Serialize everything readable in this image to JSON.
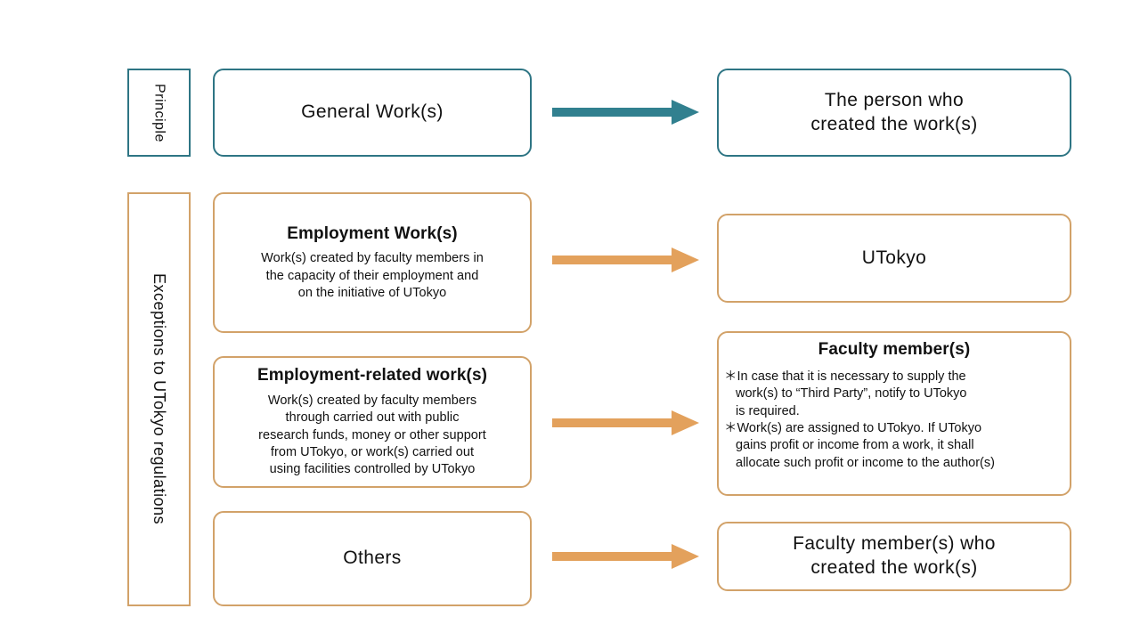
{
  "colors": {
    "teal": "#2E7584",
    "teal_arrow": "#31808F",
    "orange": "#D2A269",
    "orange_arrow": "#E3A15C",
    "text": "#111111",
    "background": "#FFFFFF"
  },
  "rails": [
    {
      "id": "principle",
      "label": "Principle",
      "accent": "teal"
    },
    {
      "id": "exceptions",
      "label": "Exceptions to UTokyo regulations",
      "accent": "orange"
    }
  ],
  "rows": [
    {
      "id": "general-works",
      "accent": "teal",
      "left": {
        "title": "General Work(s)",
        "body": []
      },
      "arrow": "right-arrow",
      "right": {
        "title_lines": [
          "The person who",
          "created the work(s)"
        ],
        "notes": []
      }
    },
    {
      "id": "employment-works",
      "accent": "orange",
      "left": {
        "title": "Employment Work(s)",
        "body": [
          "Work(s) created by faculty members in",
          "the capacity of their employment and",
          "on the initiative of UTokyo"
        ]
      },
      "arrow": "right-arrow",
      "right": {
        "title_lines": [
          "UTokyo"
        ],
        "notes": []
      }
    },
    {
      "id": "employment-related-works",
      "accent": "orange",
      "left": {
        "title": "Employment-related work(s)",
        "body": [
          "Work(s) created by faculty members",
          "through carried out with public",
          "research funds, money or other support",
          "from UTokyo, or work(s) carried out",
          "using facilities controlled by UTokyo"
        ]
      },
      "arrow": "right-arrow",
      "right": {
        "title_lines": [
          "Faculty member(s)"
        ],
        "notes": [
          {
            "marker": true,
            "text": "＊In case that it is necessary to supply the"
          },
          {
            "marker": false,
            "text": "work(s) to “Third Party”, notify to UTokyo"
          },
          {
            "marker": false,
            "text": "is required."
          },
          {
            "marker": true,
            "text": "＊Work(s) are assigned to UTokyo. If UTokyo"
          },
          {
            "marker": false,
            "text": "gains profit or income from a work, it shall"
          },
          {
            "marker": false,
            "text": "allocate such profit or income to the author(s)"
          }
        ]
      }
    },
    {
      "id": "others",
      "accent": "orange",
      "left": {
        "title": "Others",
        "body": []
      },
      "arrow": "right-arrow",
      "right": {
        "title_lines": [
          "Faculty member(s) who",
          "created the work(s)"
        ],
        "notes": []
      }
    }
  ]
}
